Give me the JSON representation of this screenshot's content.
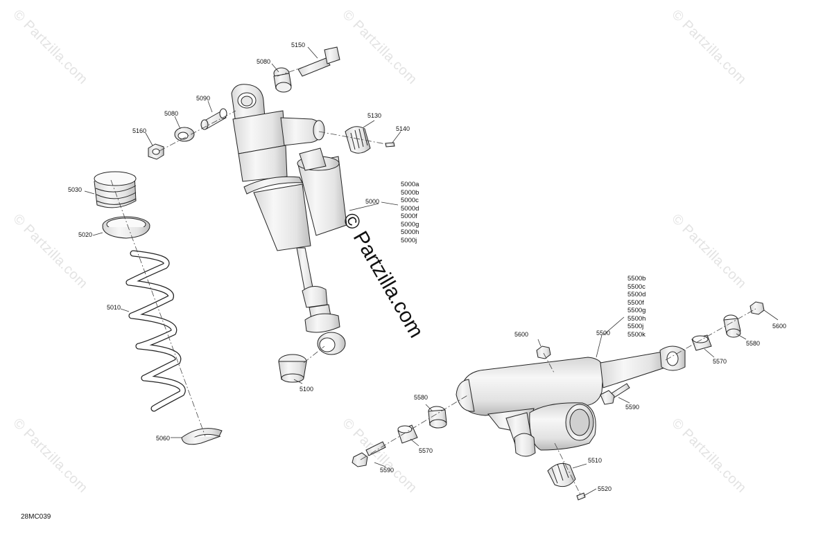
{
  "diagram": {
    "code": "28MC039",
    "watermark": "© Partzilla.com",
    "front_shock": {
      "callouts": {
        "p5150": "5150",
        "p5080_top": "5080",
        "p5090": "5090",
        "p5080_mid": "5080",
        "p5160": "5160",
        "p5130": "5130",
        "p5140": "5140",
        "p5030": "5030",
        "p5020": "5020",
        "p5010": "5010",
        "p5060": "5060",
        "p5100": "5100",
        "p5000": "5000"
      },
      "variants": [
        "5000a",
        "5000b",
        "5000c",
        "5000d",
        "5000f",
        "5000g",
        "5000h",
        "5000j"
      ]
    },
    "rear_shock": {
      "callouts": {
        "p5500": "5500",
        "p5600_left": "5600",
        "p5600_right": "5600",
        "p5580_right": "5580",
        "p5570_right": "5570",
        "p5590_right": "5590",
        "p5580_left": "5580",
        "p5570_left": "5570",
        "p5590_left": "5590",
        "p5510": "5510",
        "p5520": "5520"
      },
      "variants": [
        "5500b",
        "5500c",
        "5500d",
        "5500f",
        "5500g",
        "5500h",
        "5500j",
        "5500k"
      ]
    }
  }
}
